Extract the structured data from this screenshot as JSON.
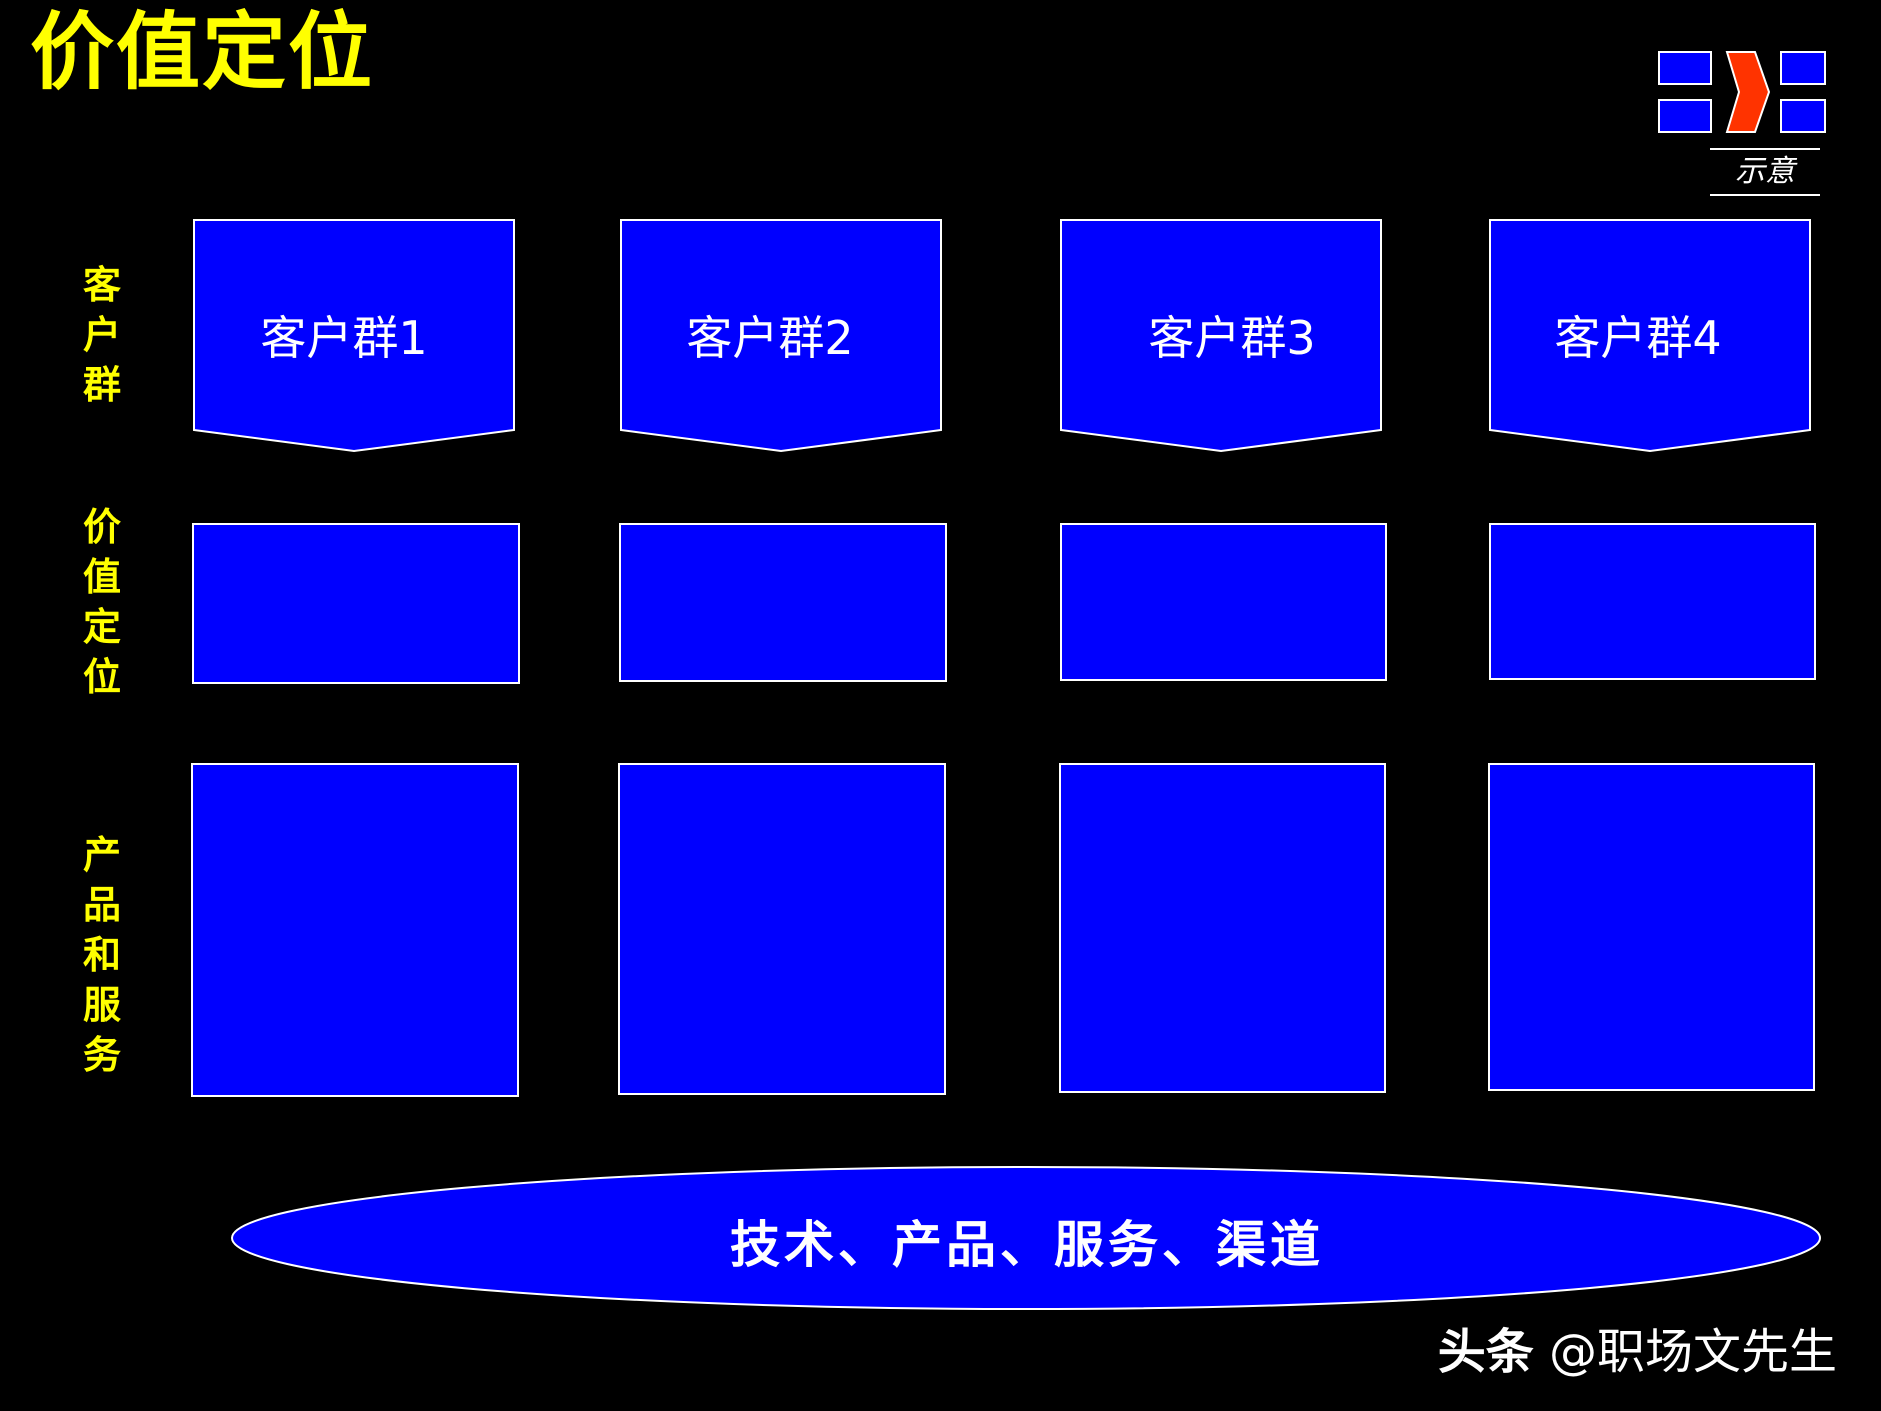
{
  "title": "价值定位",
  "logo": {
    "caption": "示意",
    "colors": {
      "blue": "#0000ff",
      "red": "#ff3300"
    }
  },
  "row_labels": {
    "customers": [
      "客",
      "户",
      "群"
    ],
    "value": [
      "价",
      "值",
      "定",
      "位"
    ],
    "products": [
      "产",
      "品",
      "和",
      "服",
      "务"
    ]
  },
  "segments": [
    {
      "label": "客户群1"
    },
    {
      "label": "客户群2"
    },
    {
      "label": "客户群3"
    },
    {
      "label": "客户群4"
    }
  ],
  "foundation": {
    "label": "技术、产品、服务、渠道"
  },
  "watermark": {
    "brand": "头条",
    "handle": "@职场文先生"
  },
  "colors": {
    "background": "#000000",
    "box_fill": "#0000ff",
    "box_border": "#ffffff",
    "label_color": "#ffff00"
  }
}
